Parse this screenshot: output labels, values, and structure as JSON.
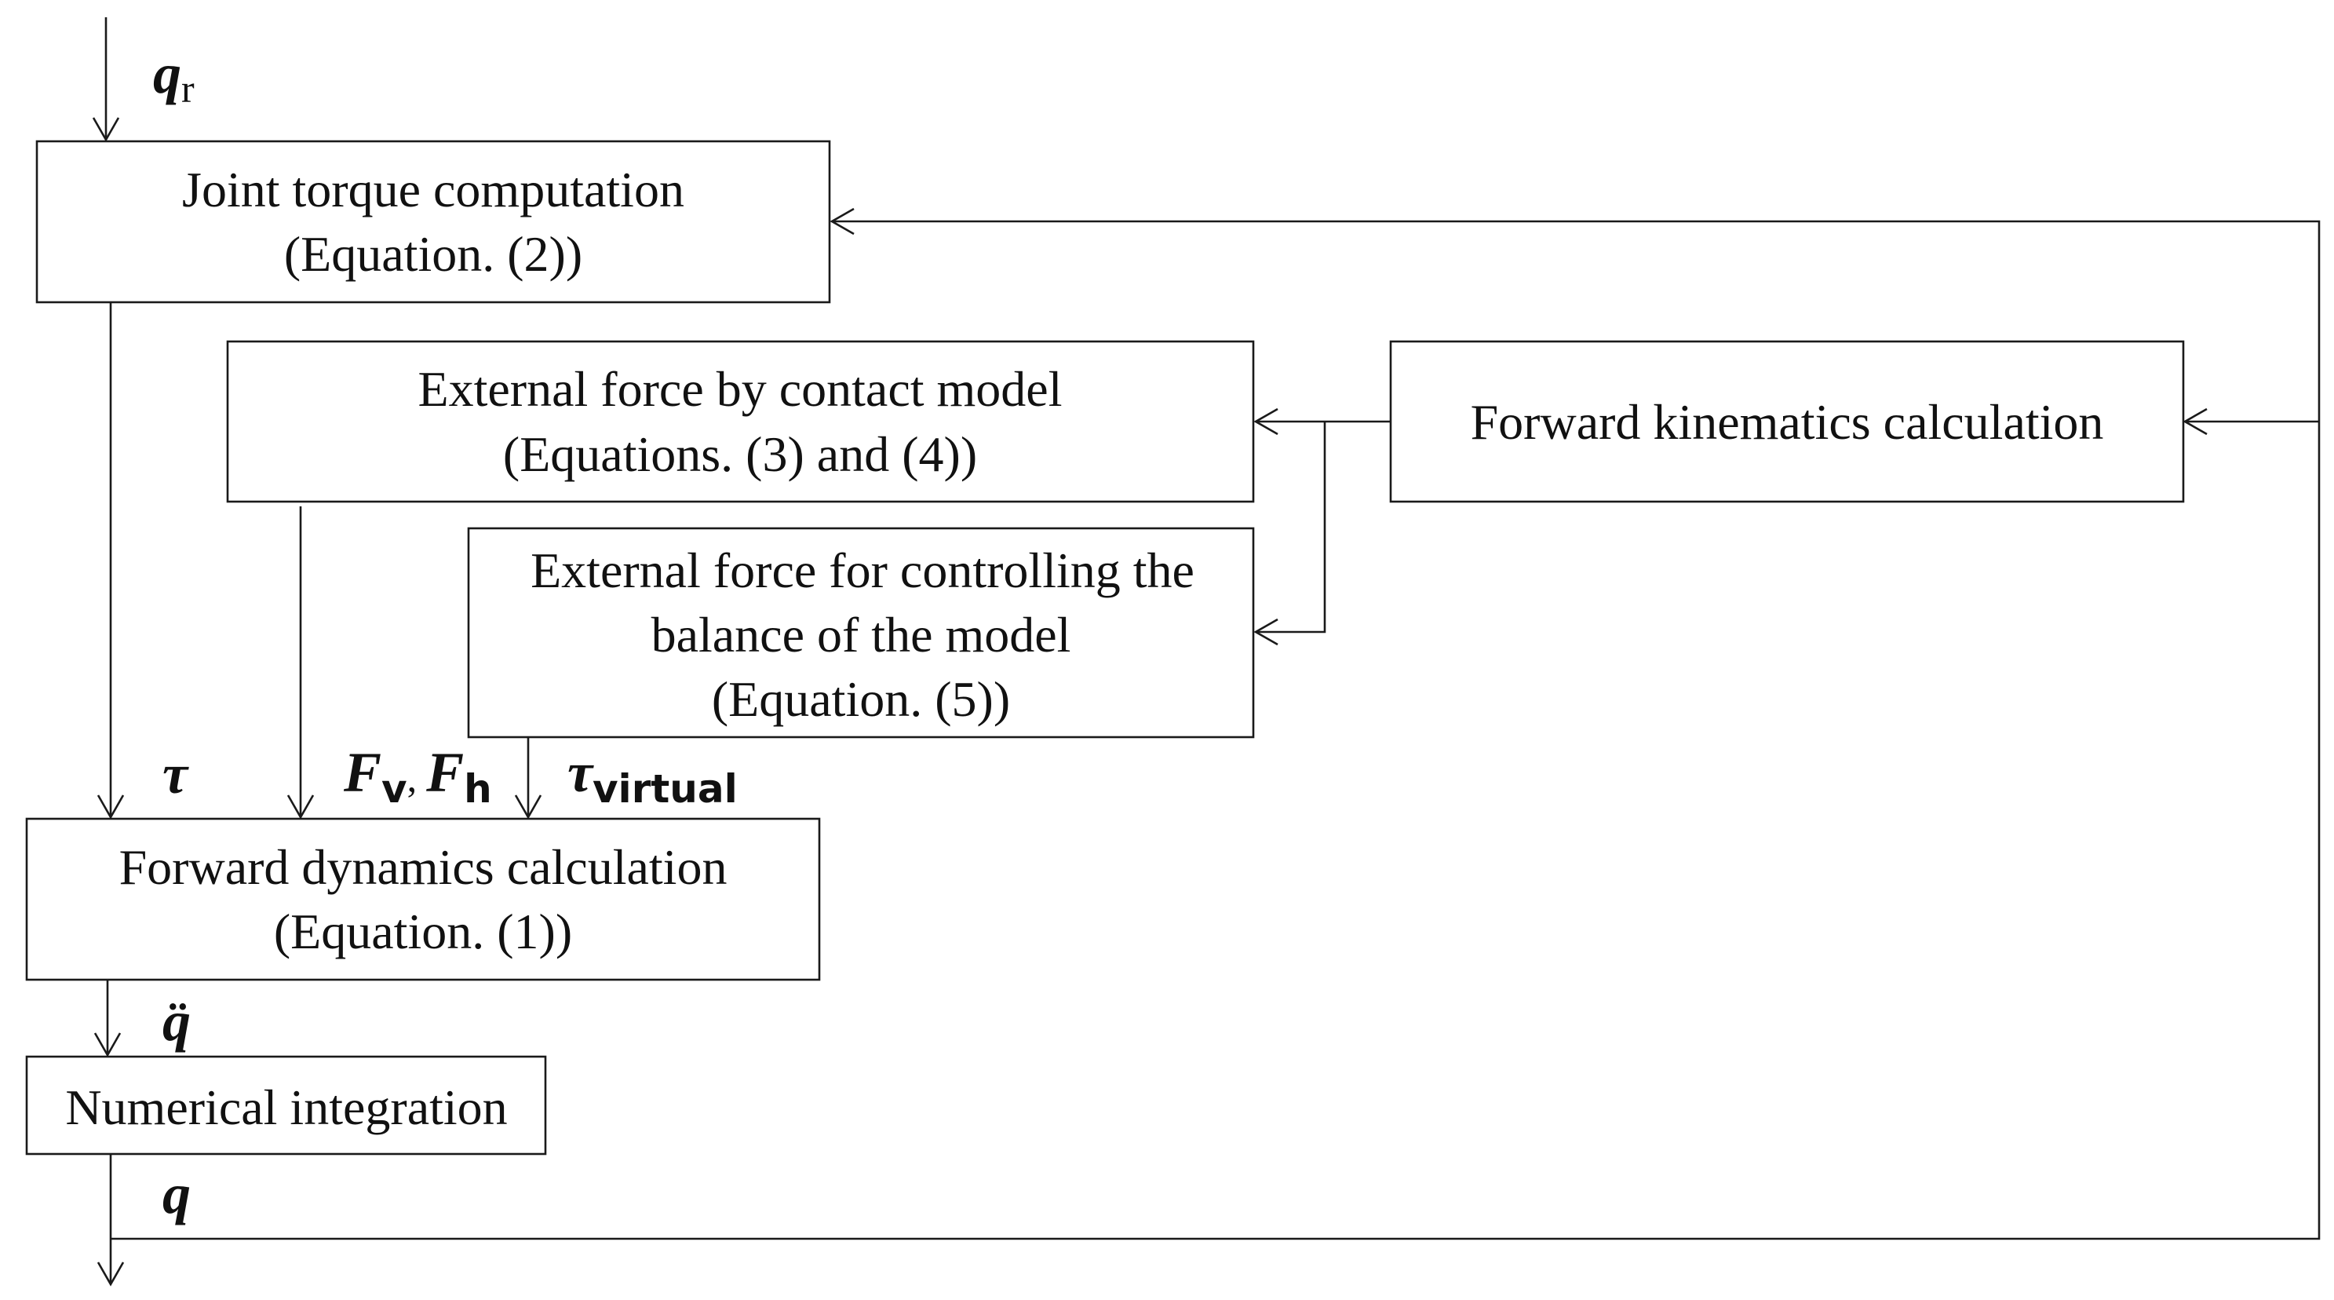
{
  "blocks": {
    "joint_torque": {
      "line1": "Joint torque computation",
      "line2": "(Equation. (2))"
    },
    "contact_model": {
      "line1": "External force by contact model",
      "line2": "(Equations. (3) and (4))"
    },
    "forward_kinematics": {
      "line1": "Forward kinematics calculation"
    },
    "balance_control": {
      "line1": "External force for controlling the",
      "line2": "balance of the model",
      "line3": "(Equation. (5))"
    },
    "forward_dynamics": {
      "line1": "Forward dynamics calculation",
      "line2": "(Equation. (1))"
    },
    "numerical_integration": {
      "line1": "Numerical integration"
    }
  },
  "signals": {
    "qr_main": "q",
    "qr_sub": "r",
    "tau": "τ",
    "fv_main": "F",
    "fv_sub": "v",
    "comma": ",",
    "fh_main": "F",
    "fh_sub": "h",
    "tau_virtual_main": "τ",
    "tau_virtual_sub": "virtual",
    "qddot": "q̈",
    "q": "q"
  }
}
